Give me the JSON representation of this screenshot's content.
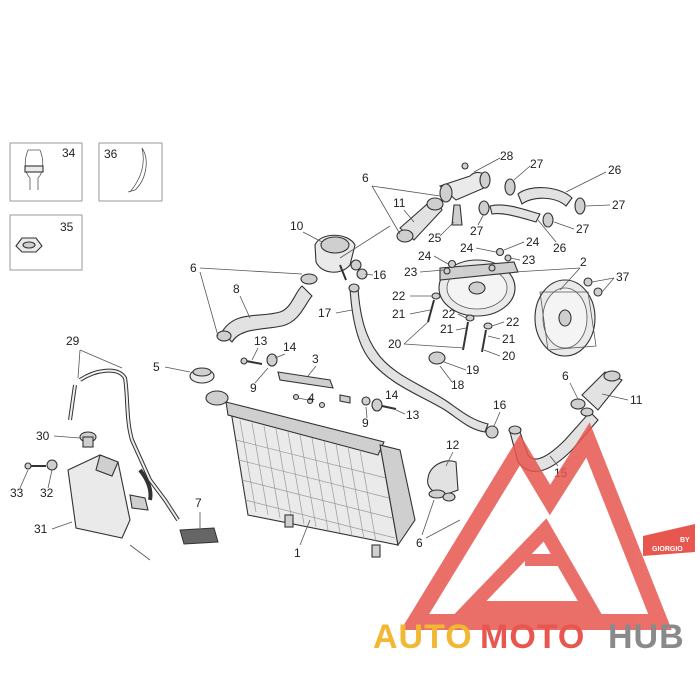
{
  "labels": {
    "l1": "1",
    "l2": "2",
    "l3": "3",
    "l4": "4",
    "l5": "5",
    "l6a": "6",
    "l6b": "6",
    "l6c": "6",
    "l6d": "6",
    "l7": "7",
    "l8": "8",
    "l9a": "9",
    "l9b": "9",
    "l10": "10",
    "l11a": "11",
    "l11b": "11",
    "l12": "12",
    "l13a": "13",
    "l13b": "13",
    "l14a": "14",
    "l14b": "14",
    "l15": "15",
    "l16a": "16",
    "l16b": "16",
    "l17": "17",
    "l18": "18",
    "l19": "19",
    "l20a": "20",
    "l20b": "20",
    "l21a": "21",
    "l21b": "21",
    "l21c": "21",
    "l22a": "22",
    "l22b": "22",
    "l22c": "22",
    "l23a": "23",
    "l23b": "23",
    "l24a": "24",
    "l24b": "24",
    "l24c": "24",
    "l25": "25",
    "l26a": "26",
    "l26b": "26",
    "l27a": "27",
    "l27b": "27",
    "l27c": "27",
    "l27d": "27",
    "l28": "28",
    "l29": "29",
    "l30": "30",
    "l31": "31",
    "l32": "32",
    "l33": "33",
    "l34": "34",
    "l35": "35",
    "l36": "36",
    "l37": "37"
  },
  "watermark": {
    "brand_part1": "AUTO",
    "brand_part2": "MOTO",
    "brand_part3": "HUB",
    "badge_line1": "BY",
    "badge_line2": "GIORGIO"
  },
  "colors": {
    "logo_red": "#e8574f",
    "logo_yellow": "#f2b733",
    "logo_grey": "#8a8a8a",
    "line": "#555555",
    "part_fill": "#eaeaea"
  }
}
